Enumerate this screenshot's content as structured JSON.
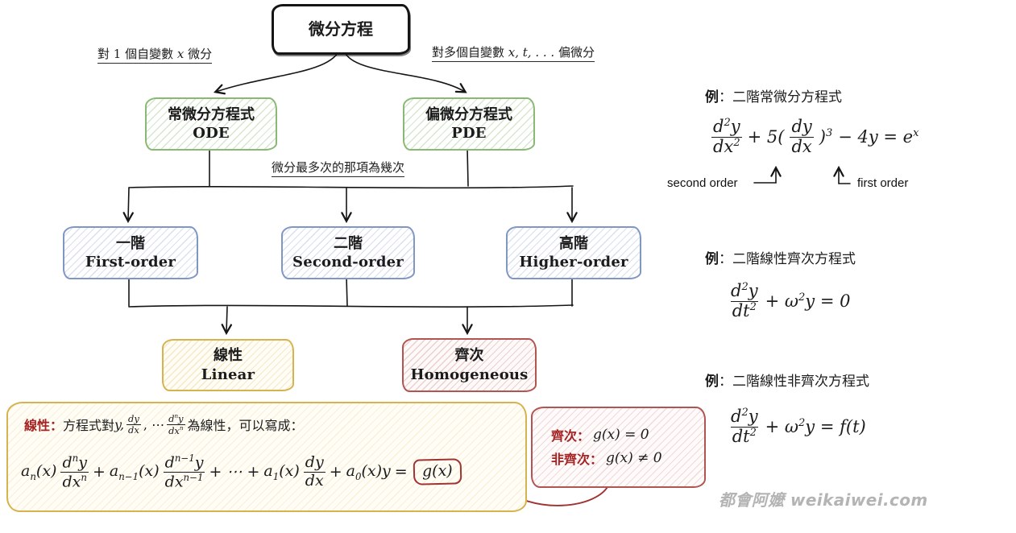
{
  "colors": {
    "node_border_black": "#151515",
    "green": "#8ab973",
    "blue": "#8096c5",
    "gold": "#d6b34f",
    "red": "#b05552",
    "dark_red_text": "#a52222",
    "red_arrow": "#9e3434",
    "text": "#1b1b1b",
    "watermark_gray": "#b4b4b4"
  },
  "root": {
    "label": "微分方程"
  },
  "edge_labels": {
    "left_prefix": "對 1 個自變數 ",
    "left_var": "x",
    "left_suffix": " 微分",
    "right_prefix": "對多個自變數 ",
    "right_var": "x, t, . . .",
    "right_suffix": " 偏微分",
    "middle": "微分最多次的那項為幾次"
  },
  "nodes": {
    "ode": {
      "zh": "常微分方程式",
      "en": "ODE"
    },
    "pde": {
      "zh": "偏微分方程式",
      "en": "PDE"
    },
    "first": {
      "zh": "一階",
      "en": "First-order"
    },
    "second": {
      "zh": "二階",
      "en": "Second-order"
    },
    "higher": {
      "zh": "高階",
      "en": "Higher-order"
    },
    "linear": {
      "zh": "線性",
      "en": "Linear"
    },
    "homogeneous": {
      "zh": "齊次",
      "en": "Homogeneous"
    }
  },
  "linear_note": {
    "label": "線性：",
    "body_pre": "方程式對 ",
    "body_y": "y,",
    "frac_small_1": {
      "num": "dy",
      "den": "dx"
    },
    "body_dots": ", ⋯ ",
    "frac_small_2": {
      "num_d": "d",
      "num_sup": "n",
      "num_y": "y",
      "den_base": "dx",
      "den_sup": "n"
    },
    "body_post": " 為線性，可以寫成：",
    "formula": {
      "t1_coef": "a",
      "t1_sub": "n",
      "t1_arg": "(x)",
      "f1_num_d": "d",
      "f1_num_sup": "n",
      "f1_num_y": "y",
      "f1_den": "dx",
      "f1_den_sup": "n",
      "op1": "+",
      "t2_coef": "a",
      "t2_sub": "n−1",
      "t2_arg": "(x)",
      "f2_num_d": "d",
      "f2_num_sup": "n−1",
      "f2_num_y": "y",
      "f2_den": "dx",
      "f2_den_sup": "n−1",
      "op2": "+ ⋯ +",
      "t3_coef": "a",
      "t3_sub": "1",
      "t3_arg": "(x)",
      "f3_num": "dy",
      "f3_den": "dx",
      "op3": "+",
      "t4_coef": "a",
      "t4_sub": "0",
      "t4_arg": "(x)y",
      "eq": "=",
      "rhs": "g(x)"
    }
  },
  "homogeneous_note": {
    "line1_label": "齊次：",
    "line1_math": "g(x) = 0",
    "line2_label": "非齊次：",
    "line2_math": "g(x) ≠ 0"
  },
  "examples": {
    "ex1": {
      "title_bold": "例",
      "title_rest": "：二階常微分方程式",
      "f1_num_d": "d",
      "f1_num_sup": "2",
      "f1_num_y": "y",
      "f1_den": "dx",
      "f1_den_sup": "2",
      "mid": "+ 5(",
      "f2_num": "dy",
      "f2_den": "dx",
      "close_paren": ")",
      "paren_sup": "3",
      "tail": "− 4y = e",
      "tail_sup": "x",
      "ann_left": "second order",
      "ann_right": "first order"
    },
    "ex2": {
      "title_bold": "例",
      "title_rest": "：二階線性齊次方程式",
      "f_num_d": "d",
      "f_num_sup": "2",
      "f_num_y": "y",
      "f_den": "dt",
      "f_den_sup": "2",
      "tail_pre": "+ ω",
      "tail_sup": "2",
      "tail_post": "y = 0"
    },
    "ex3": {
      "title_bold": "例",
      "title_rest": "：二階線性非齊次方程式",
      "f_num_d": "d",
      "f_num_sup": "2",
      "f_num_y": "y",
      "f_den": "dt",
      "f_den_sup": "2",
      "tail_pre": "+ ω",
      "tail_sup": "2",
      "tail_post": "y = f(t)"
    }
  },
  "watermark": "都會阿嬤 weikaiwei.com"
}
